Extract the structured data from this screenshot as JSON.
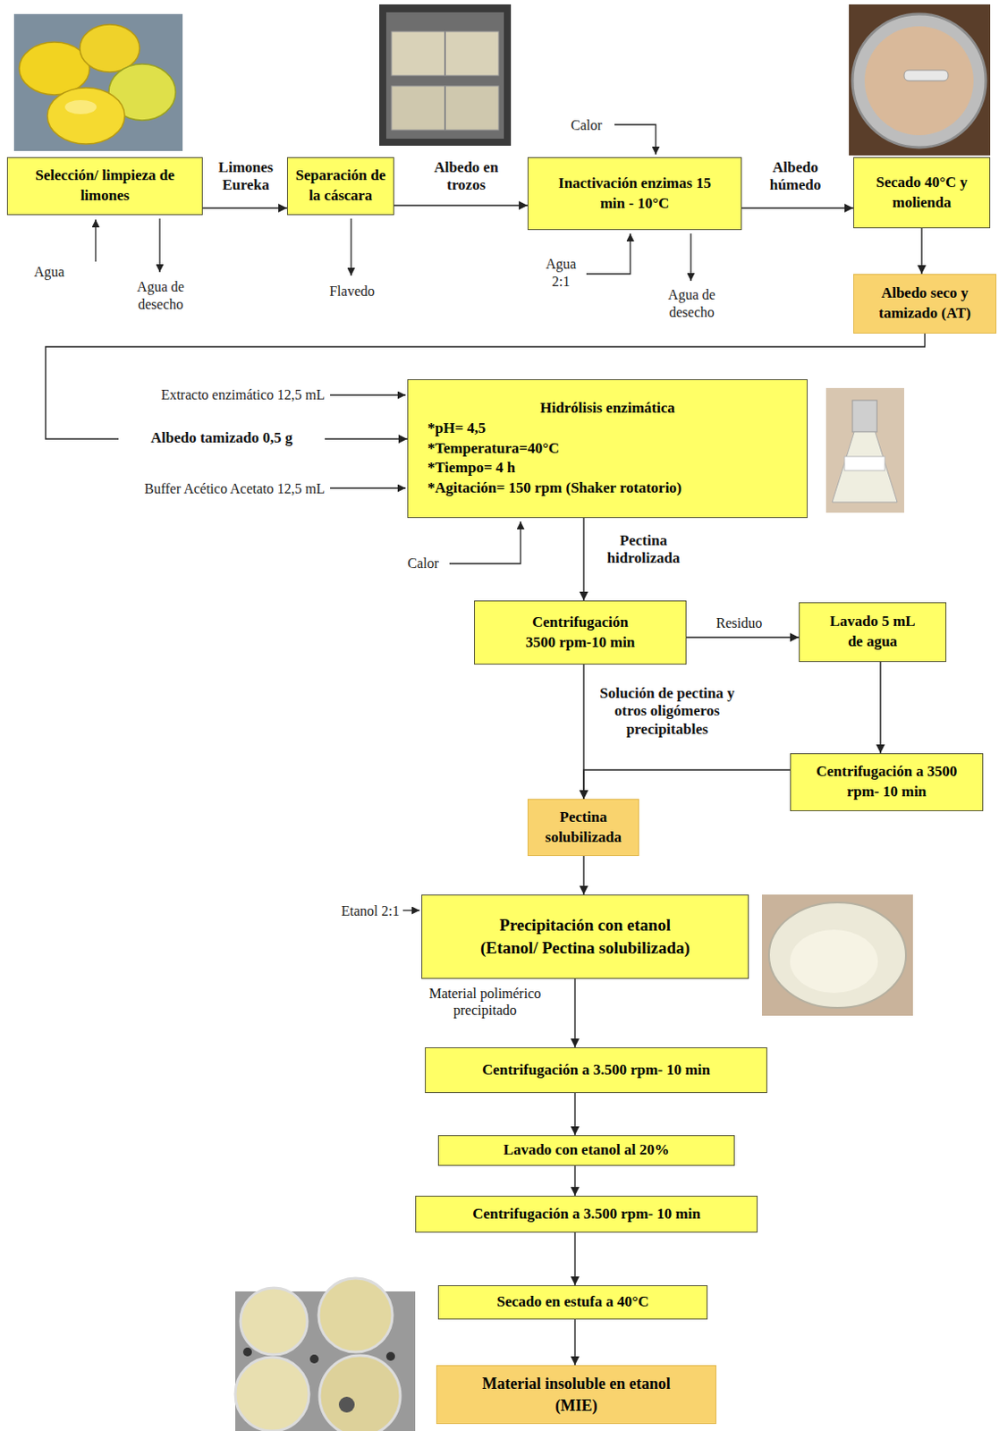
{
  "diagram": {
    "nodes": [
      {
        "text": [
          "Selección/ limpieza de limones"
        ]
      },
      {
        "text": [
          "Separación de la cáscara"
        ]
      },
      {
        "text": [
          "Inactivación enzimas 15 min - 10°C"
        ]
      },
      {
        "text": [
          "Secado 40°C y molienda"
        ]
      },
      {
        "text": [
          "Albedo seco y tamizado (AT)"
        ]
      },
      {
        "text": [
          "Hidrólisis enzimática",
          "*pH= 4,5",
          "*Temperatura=40°C",
          "*Tiempo= 4 h",
          "*Agitación= 150 rpm (Shaker rotatorio)"
        ]
      },
      {
        "text": [
          "Centrifugación 3500 rpm-10 min"
        ]
      },
      {
        "text": [
          "Lavado 5 mL de agua"
        ]
      },
      {
        "text": [
          "Centrifugación a 3500 rpm- 10 min"
        ]
      },
      {
        "text": [
          "Pectina solubilizada"
        ]
      },
      {
        "text": [
          "Precipitación con etanol",
          "(Etanol/ Pectina solubilizada)"
        ]
      },
      {
        "text": [
          "Centrifugación a 3.500 rpm- 10 min"
        ]
      },
      {
        "text": [
          "Lavado con etanol al 20%"
        ]
      },
      {
        "text": [
          "Centrifugación a 3.500 rpm- 10 min"
        ]
      },
      {
        "text": [
          "Secado en estufa a 40°C"
        ]
      },
      {
        "text": [
          "Material insoluble en etanol (MIE)"
        ]
      }
    ],
    "edges": [
      {
        "from": 0,
        "to": 1,
        "label": "Limones Eureka",
        "arrow": "to"
      },
      {
        "from": 1,
        "to": 2,
        "label": "Albedo en trozos",
        "arrow": "to"
      },
      {
        "from": 2,
        "to": 3,
        "label": "Albedo húmedo",
        "arrow": "to"
      },
      {
        "from": 3,
        "to": 4,
        "arrow": "to"
      },
      {
        "from": 4,
        "to": 5,
        "label": "Albedo tamizado 0,5 g",
        "arrow": "to"
      },
      {
        "from": 5,
        "to": 6,
        "label": "Pectina hidrolizada",
        "arrow": "to"
      },
      {
        "from": 6,
        "to": 7,
        "label": "Residuo",
        "arrow": "to"
      },
      {
        "from": 7,
        "to": 8,
        "arrow": "to"
      },
      {
        "from": 6,
        "to": 9,
        "label": "Solución de pectina y otros oligómeros precipitables",
        "arrow": "to"
      },
      {
        "from": 8,
        "to": 9,
        "arrow": "to"
      },
      {
        "from": 9,
        "to": 10,
        "arrow": "to"
      },
      {
        "from": 10,
        "to": 11,
        "label": "Material polimérico precipitado",
        "arrow": "to"
      },
      {
        "from": 11,
        "to": 12,
        "arrow": "to"
      },
      {
        "from": 12,
        "to": 13,
        "arrow": "to"
      },
      {
        "from": 13,
        "to": 14,
        "arrow": "to"
      },
      {
        "from": 14,
        "to": 15,
        "arrow": "to"
      }
    ],
    "labels": [
      "Agua",
      "Agua de desecho",
      "Flavedo",
      "Calor",
      "Agua 2:1",
      "Agua de desecho",
      "Extracto enzimático 12,5 mL",
      "Buffer Acético Acetato 12,5 mL",
      "Calor",
      "Etanol 2:1"
    ]
  }
}
